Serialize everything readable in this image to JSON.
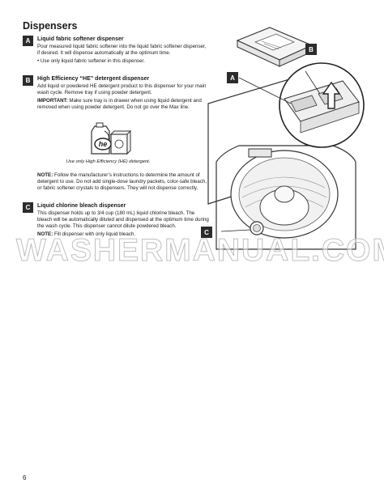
{
  "page": {
    "title": "Dispensers",
    "page_number": "6",
    "watermark": "WASHERMANUAL.COM"
  },
  "sections": [
    {
      "badge": "A",
      "heading": "Liquid fabric softener dispenser",
      "paragraph": "Pour measured liquid fabric softener into the liquid fabric softener dispenser, if desired. It will dispense automatically at the optimum time.",
      "bullet": "• Use only liquid fabric softener in this dispenser."
    },
    {
      "badge": "B",
      "heading": "High Efficiency “HE” detergent dispenser",
      "paragraph": "Add liquid or powdered HE detergent product to this dispenser for your main wash cycle. Remove tray if using powder detergent.",
      "important_label": "IMPORTANT:",
      "important_text": " Make sure tray is in drawer when using liquid detergent and removed when using powder detergent. Do not go over the Max line."
    },
    {
      "badge": "C",
      "heading": "Liquid chlorine bleach dispenser",
      "paragraph": "This dispenser holds up to 3/4 cup (180 mL) liquid chlorine bleach. The bleach will be automatically diluted and dispensed at the optimum time during the wash cycle. This dispenser cannot dilute powdered bleach.",
      "note_label": "NOTE:",
      "note_text": " Fill dispenser with only liquid bleach."
    }
  ],
  "he_caption": "Use only High Efficiency (HE) detergent.",
  "he_logo_text": "he",
  "note_block": {
    "label": "NOTE:",
    "text": " Follow the manufacturer’s instructions to determine the amount of detergent to use. Do not add single-dose laundry packets, color-safe bleach, or fabric softener crystals to dispensers. They will not dispense correctly."
  },
  "callouts": [
    "A",
    "B",
    "C"
  ]
}
